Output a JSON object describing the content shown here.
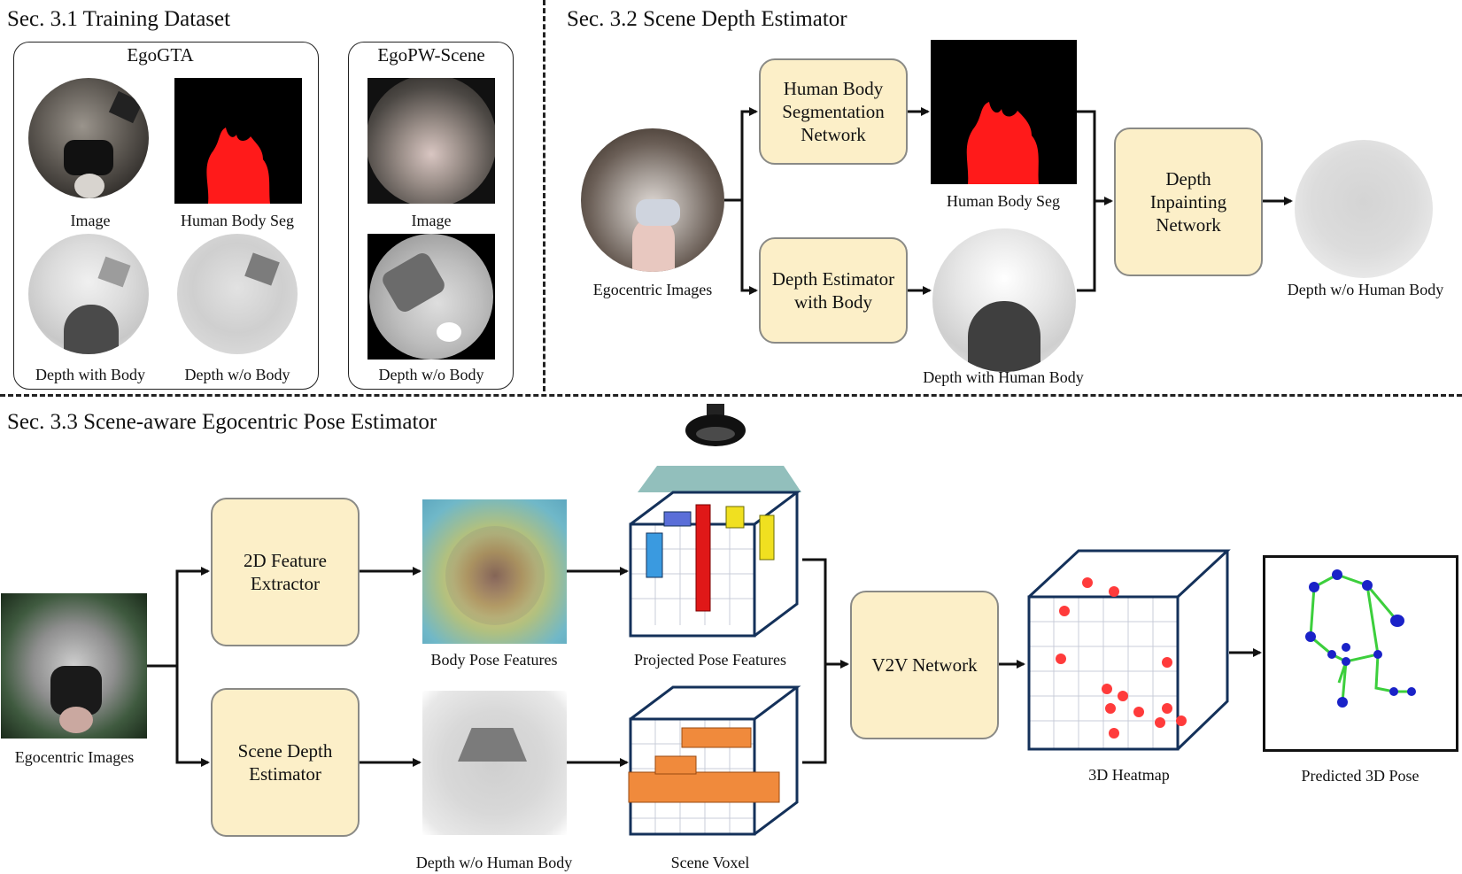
{
  "sec31": {
    "title": "Sec. 3.1   Training Dataset",
    "egogta": {
      "title": "EgoGTA",
      "image_label": "Image",
      "seg_label": "Human Body Seg",
      "depth_with_label": "Depth with Body",
      "depth_without_label": "Depth w/o Body"
    },
    "egopw": {
      "title": "EgoPW-Scene",
      "image_label": "Image",
      "depth_label": "Depth w/o Body"
    }
  },
  "sec32": {
    "title": "Sec. 3.2 Scene Depth Estimator",
    "input_label": "Egocentric Images",
    "seg_net": "Human Body\nSegmentation\nNetwork",
    "seg_out_label": "Human Body Seg",
    "depth_est": "Depth Estimator\nwith Body",
    "depth_out_label": "Depth with Human Body",
    "inpaint_net": "Depth\nInpainting\nNetwork",
    "final_label": "Depth w/o Human Body"
  },
  "sec33": {
    "title": "Sec. 3.3   Scene-aware Egocentric Pose Estimator",
    "input_label": "Egocentric Images",
    "feat_extractor": "2D Feature\nExtractor",
    "body_pose_label": "Body Pose Features",
    "projected_label": "Projected Pose Features",
    "scene_depth_est": "Scene Depth\nEstimator",
    "depth_label": "Depth w/o Human Body",
    "voxel_label": "Scene Voxel",
    "v2v": "V2V Network",
    "heatmap_label": "3D Heatmap",
    "pose_label": "Predicted 3D Pose"
  },
  "colors": {
    "box_fill": "#fcefc8",
    "box_border": "#8a8a86",
    "seg_red": "#ff1a1a",
    "voxel_orange": "#f08a3c",
    "cube_navy": "#14315a",
    "skeleton_green": "#3ccf3c",
    "joint_blue": "#1a22c8",
    "heatmap_red": "#ff3b3b"
  },
  "icons": [
    "fisheye-camera-icon",
    "voxel-cube-icon",
    "skeleton-icon"
  ]
}
